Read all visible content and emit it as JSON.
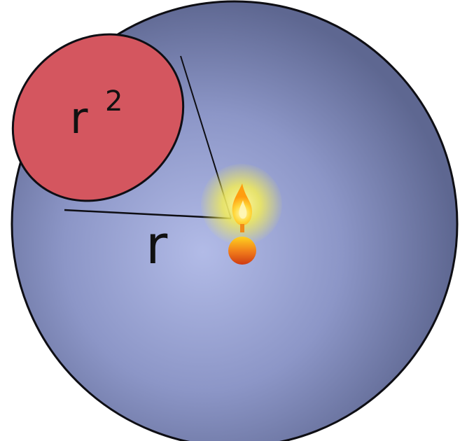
{
  "labels": {
    "area": "r",
    "area_exponent": "2",
    "radius": "r"
  },
  "colors": {
    "sphere_center": "#b2bbe7",
    "sphere_mid": "#8c96c7",
    "sphere_edge": "#5e6791",
    "outline": "#0e0e14",
    "patch_fill": "#d4565f",
    "flame_glow": "#f2ec59",
    "flame_core": "#fff37a",
    "flame_outer": "#ffb617",
    "ball_top": "#ffd21f",
    "ball_bottom": "#cf3a12"
  },
  "icons": {
    "light_source": "candle-flame-icon"
  }
}
